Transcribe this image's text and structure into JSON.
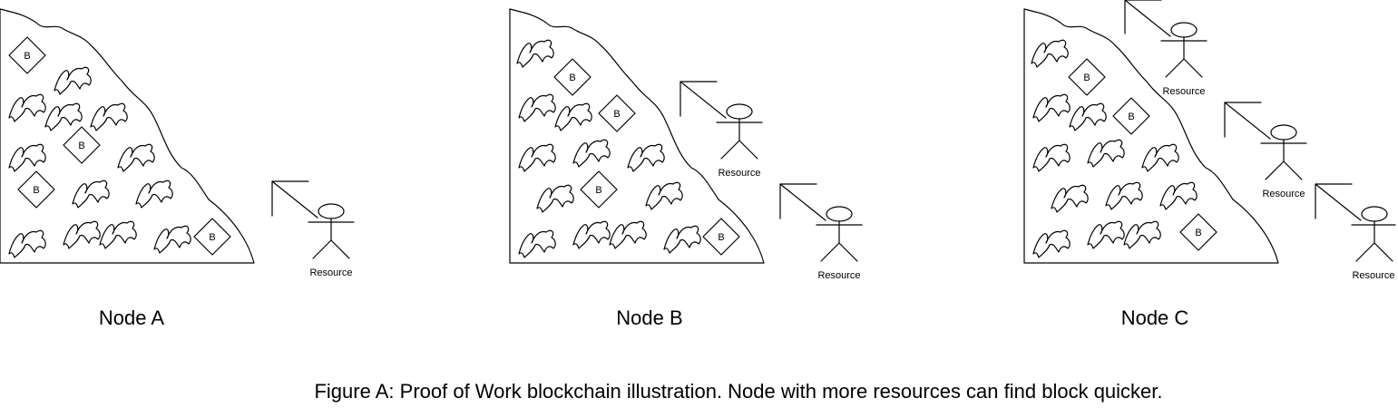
{
  "figure": {
    "caption": "Figure A: Proof of Work blockchain illustration. Node with more resources can find block quicker.",
    "block_label": "B",
    "resource_label": "Resource",
    "nodes": [
      {
        "label": "Node A",
        "resources": 1
      },
      {
        "label": "Node B",
        "resources": 2
      },
      {
        "label": "Node C",
        "resources": 3
      }
    ]
  }
}
